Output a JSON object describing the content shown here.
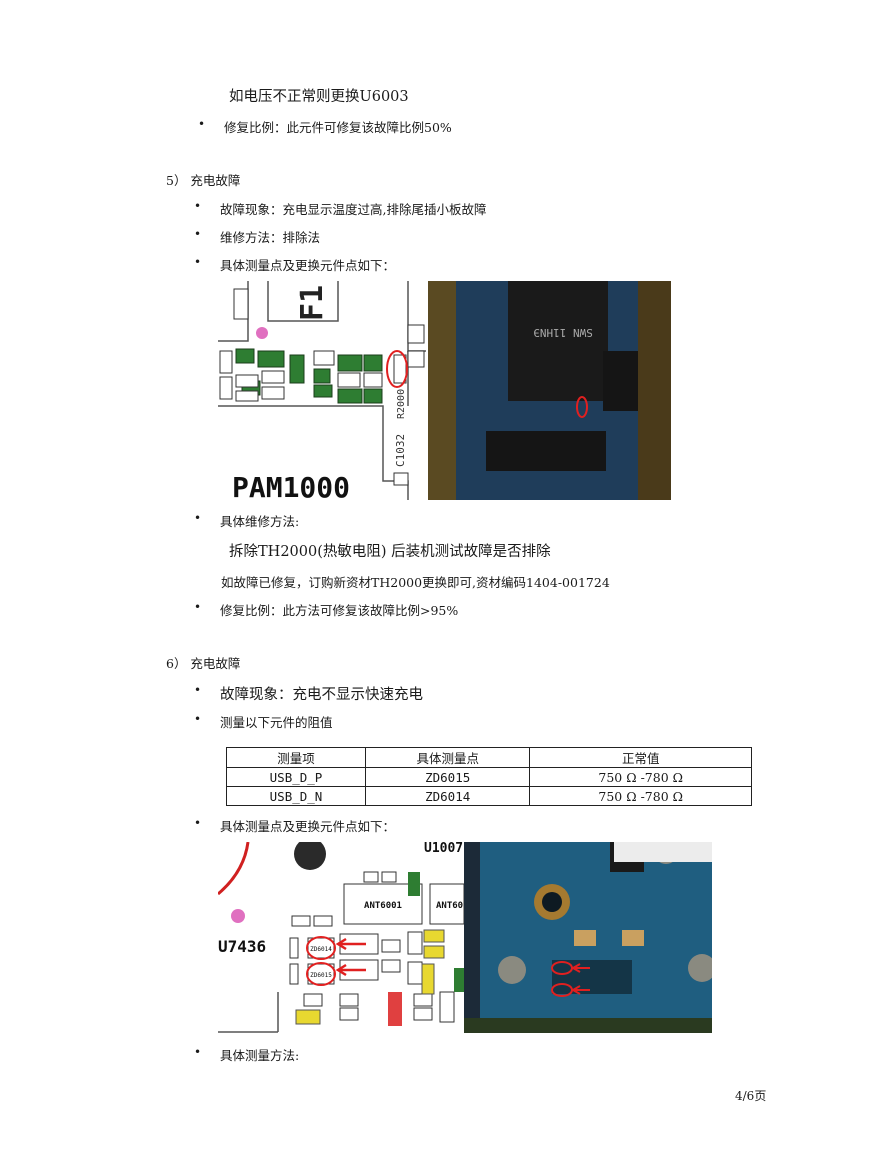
{
  "sections": {
    "top": {
      "line1": "如电压不正常则更换U6003",
      "repair_ratio": "修复比例：此元件可修复该故障比例50%"
    },
    "s5": {
      "heading": "5） 充电故障",
      "symptom": "故障现象：充电显示温度过高,排除尾插小板故障",
      "method": "维修方法：排除法",
      "points": "具体测量点及更换元件点如下：",
      "detail_title": "具体维修方法:",
      "detail_main": "拆除TH2000(热敏电阻) 后装机测试故障是否排除",
      "detail_sub": "如故障已修复，订购新资材TH2000更换即可,资材编码1404-001724",
      "repair_ratio": "修复比例：此方法可修复该故障比例>95%"
    },
    "s6": {
      "heading": "6） 充电故障",
      "symptom": "故障现象：充电不显示快速充电",
      "measure": "测量以下元件的阻值",
      "points": "具体测量点及更换元件点如下：",
      "method_title": "具体测量方法:"
    }
  },
  "table": {
    "headers": [
      "测量项",
      "具体测量点",
      "正常值"
    ],
    "rows": [
      [
        "USB_D_P",
        "ZD6015",
        "750 Ω -780 Ω"
      ],
      [
        "USB_D_N",
        "ZD6014",
        "750 Ω -780 Ω"
      ]
    ]
  },
  "figure1": {
    "labels": {
      "f1": "F1",
      "pam": "PAM1000",
      "r2000": "R2000",
      "c1032": "C1032",
      "chip_text": "SWN 11HNЭ"
    }
  },
  "figure2": {
    "labels": {
      "u1007": "U1007",
      "u7436": "U7436",
      "ant1": "ANT6001",
      "ant2": "ANT60",
      "zd6014": "ZD6014",
      "zd6015": "ZD6015"
    }
  },
  "footer": {
    "page": "4/6页"
  }
}
